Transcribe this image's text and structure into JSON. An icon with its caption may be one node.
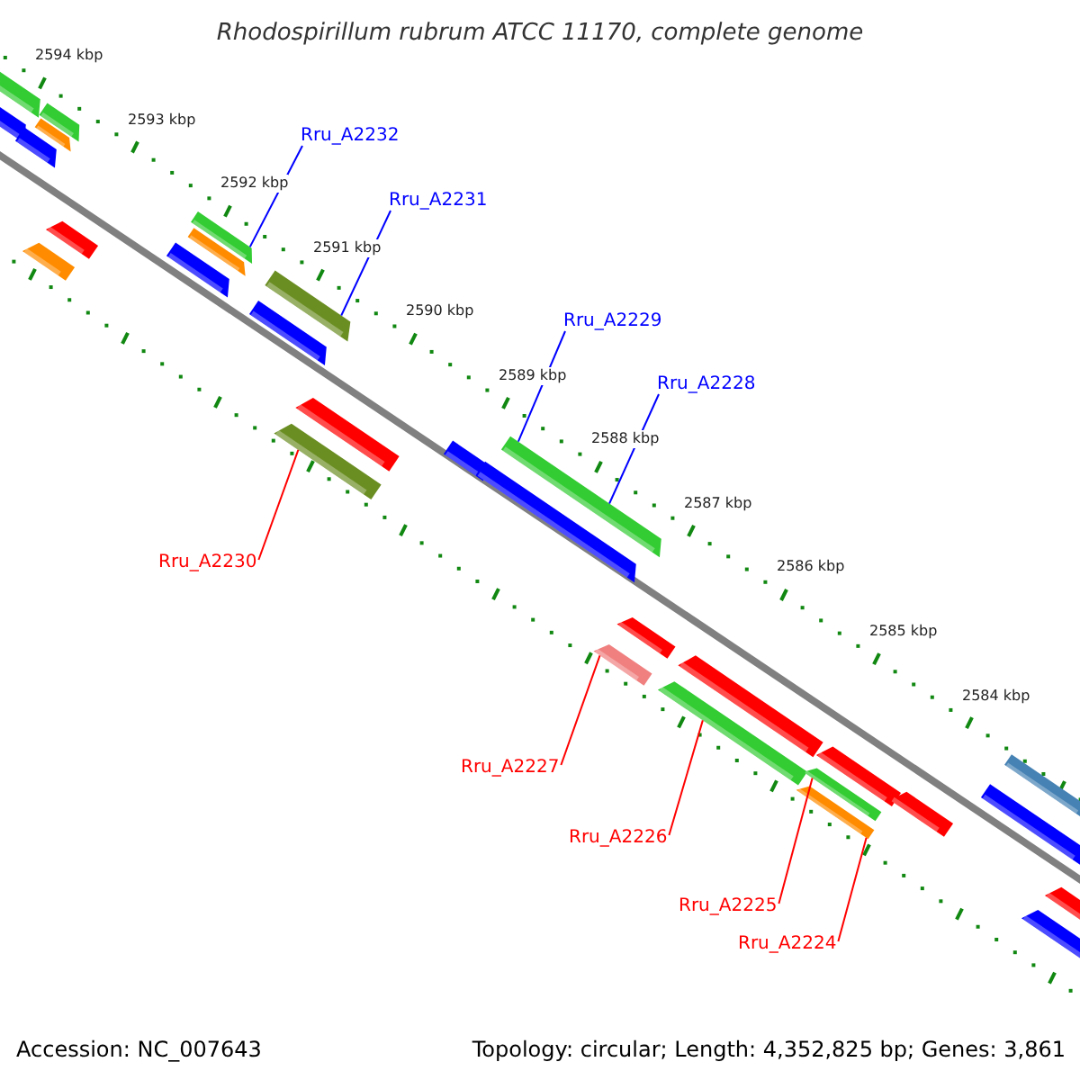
{
  "diagram": {
    "title": "Rhodospirillum rubrum ATCC 11170, complete genome",
    "nodes": [
      {
        "text": [
          "Rru_A2232"
        ]
      },
      {
        "text": [],
        "shape": "bar"
      },
      {
        "text": [
          "Rru_A2231"
        ]
      },
      {
        "text": [],
        "shape": "bar"
      },
      {
        "text": [
          "Rru_A2229"
        ]
      },
      {
        "text": [
          "Rru_A2228"
        ]
      },
      {
        "text": [],
        "shape": "bar"
      },
      {
        "text": [
          "Rru_A2230"
        ]
      },
      {
        "text": [],
        "shape": "bar"
      },
      {
        "text": [
          "Rru_A2227"
        ]
      },
      {
        "text": [],
        "shape": "bar"
      },
      {
        "text": [
          "Rru_A2226"
        ]
      },
      {
        "text": [],
        "shape": "bar"
      },
      {
        "text": [
          "Rru_A2225"
        ]
      },
      {
        "text": [],
        "shape": "bar"
      },
      {
        "text": [
          "Rru_A2224"
        ]
      },
      {
        "text": [],
        "shape": "bar"
      }
    ],
    "edges": [
      {
        "from": 0,
        "to": 1,
        "arrow": "none",
        "color": "#0000ff"
      },
      {
        "from": 2,
        "to": 3,
        "arrow": "none",
        "color": "#0000ff"
      },
      {
        "from": 4,
        "to": 6,
        "arrow": "none",
        "color": "#0000ff"
      },
      {
        "from": 5,
        "to": 6,
        "arrow": "none",
        "color": "#0000ff"
      },
      {
        "from": 7,
        "to": 8,
        "arrow": "none",
        "color": "#ff0000"
      },
      {
        "from": 9,
        "to": 10,
        "arrow": "none",
        "color": "#ff0000"
      },
      {
        "from": 11,
        "to": 12,
        "arrow": "none",
        "color": "#ff0000"
      },
      {
        "from": 13,
        "to": 14,
        "arrow": "none",
        "color": "#ff0000"
      },
      {
        "from": 15,
        "to": 16,
        "arrow": "none",
        "color": "#ff0000"
      }
    ],
    "labels": [
      "2594 kbp",
      "2593 kbp",
      "2592 kbp",
      "2591 kbp",
      "2590 kbp",
      "2589 kbp",
      "2588 kbp",
      "2587 kbp",
      "2586 kbp",
      "2585 kbp",
      "2584 kbp",
      "Accession: NC_007643",
      "Topology: circular; Length: 4,352,825 bp; Genes: 3,861"
    ]
  }
}
